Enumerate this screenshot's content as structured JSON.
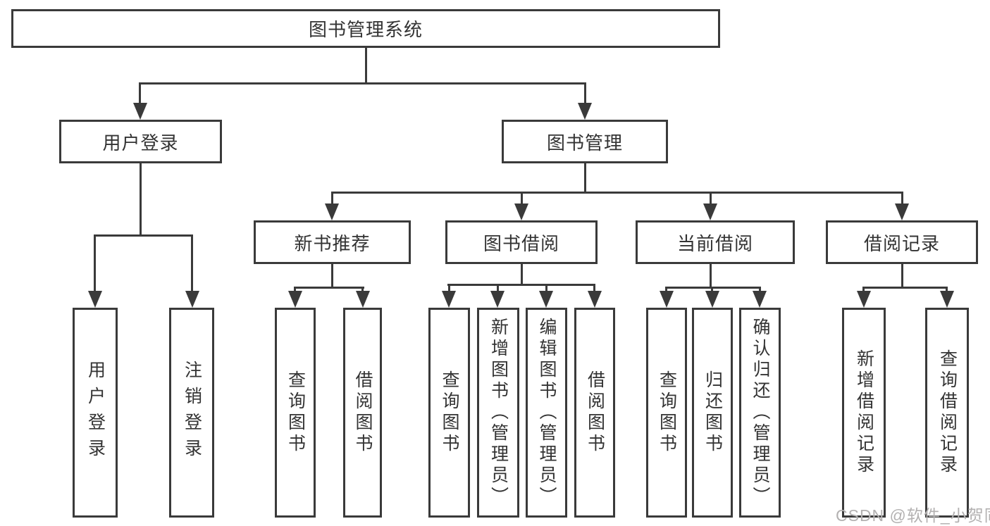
{
  "tree": {
    "root": {
      "label": "图书管理系统",
      "children": [
        {
          "label": "用户登录",
          "children": [
            {
              "label": "用户登录"
            },
            {
              "label": "注销登录"
            }
          ]
        },
        {
          "label": "图书管理",
          "children": [
            {
              "label": "新书推荐",
              "children": [
                {
                  "label": "查询图书"
                },
                {
                  "label": "借阅图书"
                }
              ]
            },
            {
              "label": "图书借阅",
              "children": [
                {
                  "label": "查询图书"
                },
                {
                  "label": "新增图书（管理员）"
                },
                {
                  "label": "编辑图书（管理员）"
                },
                {
                  "label": "借阅图书"
                }
              ]
            },
            {
              "label": "当前借阅",
              "children": [
                {
                  "label": "查询图书"
                },
                {
                  "label": "归还图书"
                },
                {
                  "label": "确认归还（管理员）"
                }
              ]
            },
            {
              "label": "借阅记录",
              "children": [
                {
                  "label": "新增借阅记录"
                },
                {
                  "label": "查询借阅记录"
                }
              ]
            }
          ]
        }
      ]
    }
  },
  "watermark": {
    "text": "CSDN @软件_小贺同学"
  },
  "colors": {
    "line": "#3a3a3a",
    "text": "#333333",
    "watermark": "#b3b1b1",
    "background": "#ffffff"
  }
}
